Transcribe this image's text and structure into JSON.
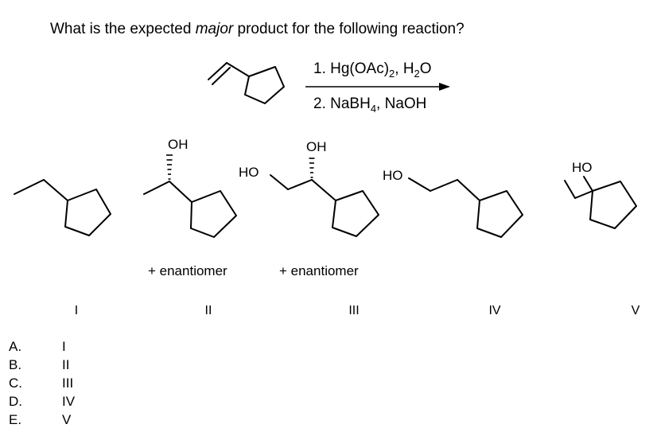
{
  "question": {
    "prefix": "What is the expected ",
    "emphasis": "major",
    "suffix": " product for the following reaction?"
  },
  "reaction": {
    "step1": {
      "text": "1. Hg(OAc)",
      "sub": "2",
      "mid": ", H",
      "sub2": "2",
      "end": "O"
    },
    "step2": {
      "text": "2. NaBH",
      "sub": "4",
      "end": ", NaOH"
    }
  },
  "products": {
    "p2_oh": "OH",
    "p3_ho": "HO",
    "p3_oh": "OH",
    "p4_ho": "HO",
    "p5_ho": "HO",
    "enantiomer_note": "+ enantiomer",
    "labels": [
      "I",
      "II",
      "III",
      "IV",
      "V"
    ]
  },
  "choices": [
    {
      "letter": "A.",
      "value": "I"
    },
    {
      "letter": "B.",
      "value": "II"
    },
    {
      "letter": "C.",
      "value": "III"
    },
    {
      "letter": "D.",
      "value": "IV"
    },
    {
      "letter": "E.",
      "value": "V"
    }
  ]
}
